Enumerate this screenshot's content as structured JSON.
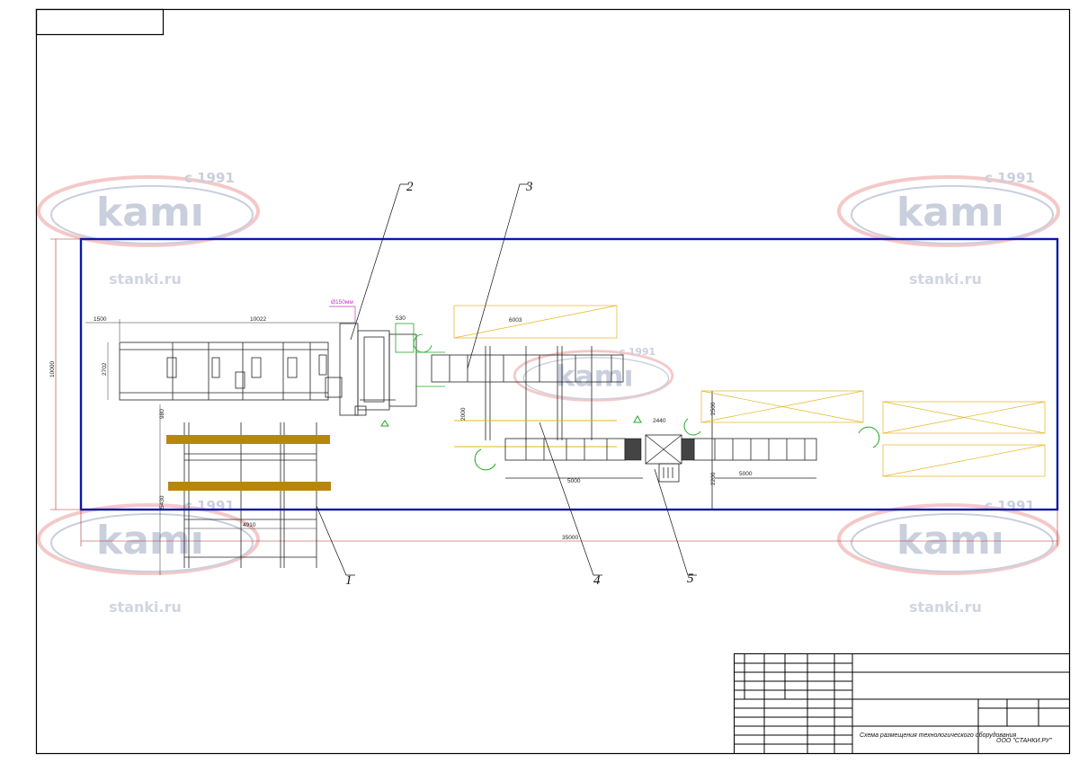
{
  "watermarks": [
    {
      "brand": "kamı",
      "since": "с 1991",
      "site": "stanki.ru"
    },
    {
      "brand": "kamı",
      "since": "с 1991",
      "site": "stanki.ru"
    },
    {
      "brand": "kamı",
      "since": "с 1991",
      "site": "stanki.ru"
    },
    {
      "brand": "kamı",
      "since": "с 1991",
      "site": "stanki.ru"
    },
    {
      "brand": "kamı",
      "since": "с 1991",
      "site": ""
    }
  ],
  "dimensions": {
    "overall_length": "35000",
    "overall_width": "10000",
    "d1500": "1500",
    "d10022": "10022",
    "d2702": "2702",
    "d980": "980",
    "d5430": "5430",
    "d4910": "4910",
    "d530": "530",
    "d6003": "6003",
    "d2000": "2000",
    "d5000a": "5000",
    "d2440": "2440",
    "d2500": "2500",
    "d2200": "2200",
    "d5000b": "5000",
    "dust_pipe": "Ø150мм"
  },
  "leaders": [
    "1",
    "2",
    "3",
    "4",
    "5"
  ],
  "title_block": {
    "doc_title": "Схема размещения технологического оборудования",
    "org": "ООО \"СТАНКИ.РУ\""
  },
  "colors": {
    "frame": "#000000",
    "boundary": "#0b1aa8",
    "stack": "#b8860b",
    "zone": "#e6b422",
    "green": "#22aa22",
    "magenta": "#cc33cc",
    "wm_brand": "#b9bfd3",
    "wm_accent": "#f2b6b6",
    "wm_site": "#c3c7d6"
  }
}
